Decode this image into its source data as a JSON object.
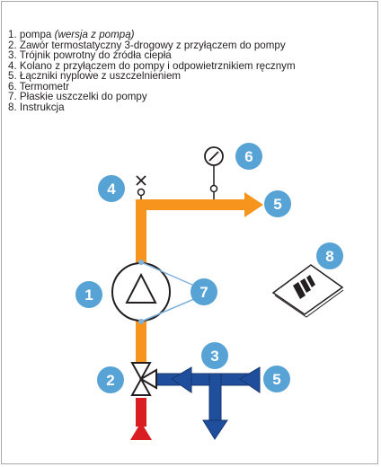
{
  "legend": {
    "items": [
      {
        "num": "1.",
        "text": "pompa",
        "note": "(wersja z pompą)"
      },
      {
        "num": "2.",
        "text": "Zawór termostatyczny 3-drogowy z przyłączem do pompy",
        "note": ""
      },
      {
        "num": "3.",
        "text": "Trójnik powrotny do źródła ciepła",
        "note": ""
      },
      {
        "num": "4.",
        "text": "Kolano z przyłączem do pompy i odpowietrznikiem ręcznym",
        "note": ""
      },
      {
        "num": "5.",
        "text": "Łączniki nyplowe z uszczelnieniem",
        "note": ""
      },
      {
        "num": "6.",
        "text": "Termometr",
        "note": ""
      },
      {
        "num": "7.",
        "text": "Płaskie uszczelki do pompy",
        "note": ""
      },
      {
        "num": "8.",
        "text": "Instrukcja",
        "note": ""
      }
    ]
  },
  "badges": {
    "pump": "1",
    "valve": "2",
    "tee": "3",
    "elbow": "4",
    "nipple_top": "5",
    "nipple_right": "5",
    "thermometer": "6",
    "gaskets": "7",
    "manual": "8"
  },
  "colors": {
    "badge": "#58a3d6",
    "supply_pipe": "#f7941d",
    "return_pipe": "#1f4e9c",
    "return_pipe_outline": "#15386f",
    "source_arrow": "#d81e23",
    "line": "#231f20",
    "gasket_line": "#7fb2dd"
  }
}
